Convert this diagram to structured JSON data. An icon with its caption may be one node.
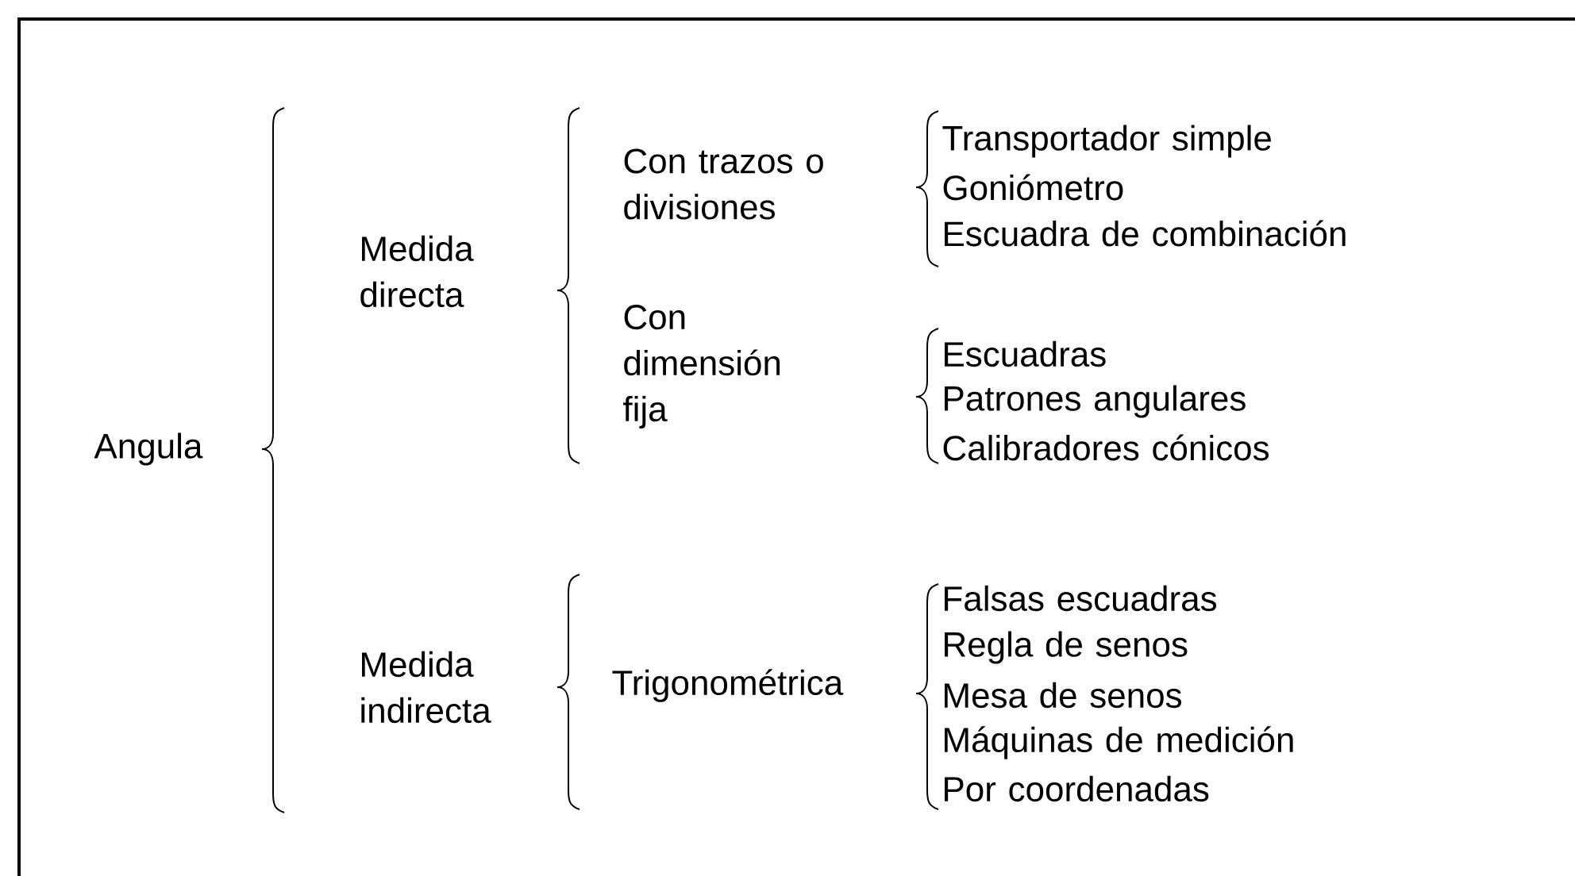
{
  "diagram": {
    "nodes": [
      {
        "text": [
          "Angula"
        ]
      },
      {
        "text": [
          "Medida directa"
        ]
      },
      {
        "text": [
          "Medida indirecta"
        ]
      },
      {
        "text": [
          "Con trazos o divisiones"
        ]
      },
      {
        "text": [
          "Con dimensión fija"
        ]
      },
      {
        "text": [
          "Trigonométrica"
        ]
      },
      {
        "text": [
          "Transportador simple"
        ]
      },
      {
        "text": [
          "Goniómetro"
        ]
      },
      {
        "text": [
          "Escuadra de combinación"
        ]
      },
      {
        "text": [
          "Escuadras"
        ]
      },
      {
        "text": [
          "Patrones angulares"
        ]
      },
      {
        "text": [
          "Calibradores cónicos"
        ]
      },
      {
        "text": [
          "Falsas escuadras"
        ]
      },
      {
        "text": [
          "Regla de senos"
        ]
      },
      {
        "text": [
          "Mesa de senos"
        ]
      },
      {
        "text": [
          "Máquinas de medición"
        ]
      },
      {
        "text": [
          "Por coordenadas"
        ]
      }
    ]
  }
}
